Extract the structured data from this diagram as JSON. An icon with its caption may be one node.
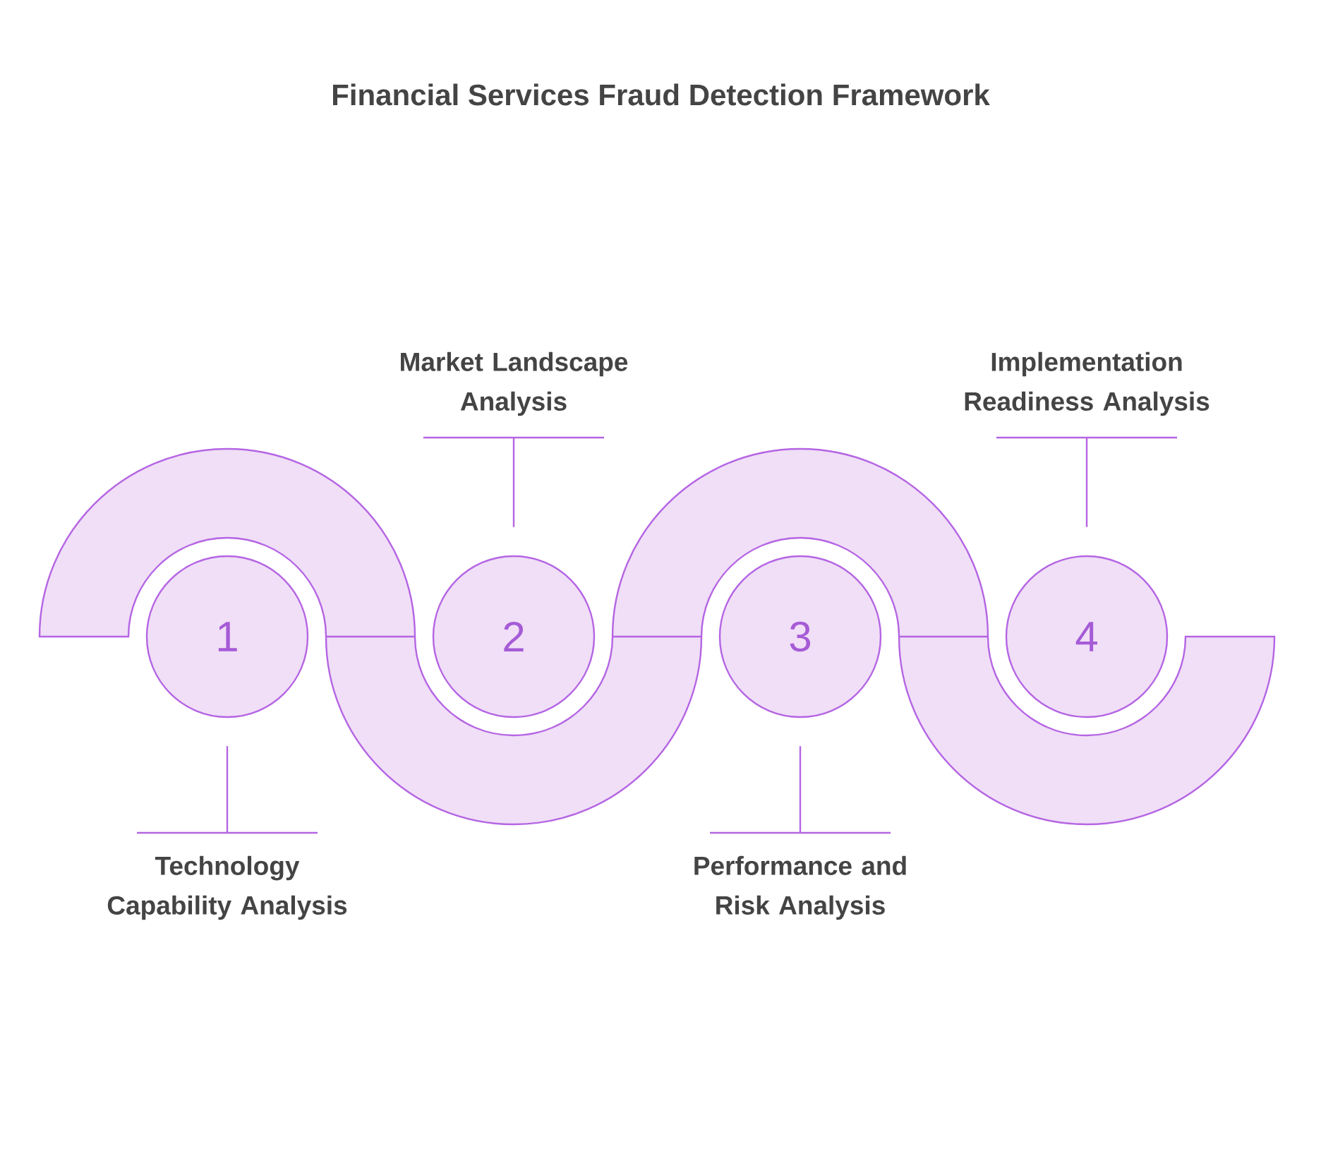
{
  "diagram": {
    "title": "Financial Services Fraud Detection Framework",
    "nodes": [
      {
        "text": [
          "Market Landscape Analysis"
        ]
      },
      {
        "text": [
          "Implementation Readiness Analysis"
        ]
      },
      {
        "text": [
          "1"
        ]
      },
      {
        "text": [
          "2"
        ]
      },
      {
        "text": [
          "3"
        ]
      },
      {
        "text": [
          "4"
        ]
      },
      {
        "text": [
          "Technology Capability Analysis"
        ]
      },
      {
        "text": [
          "Performance and Risk Analysis"
        ]
      }
    ],
    "edges": [
      {
        "from": 0,
        "to": 3,
        "arrow": "none"
      },
      {
        "from": 1,
        "to": 5,
        "arrow": "none"
      },
      {
        "from": 6,
        "to": 2,
        "arrow": "none"
      },
      {
        "from": 7,
        "to": 4,
        "arrow": "none"
      }
    ]
  }
}
